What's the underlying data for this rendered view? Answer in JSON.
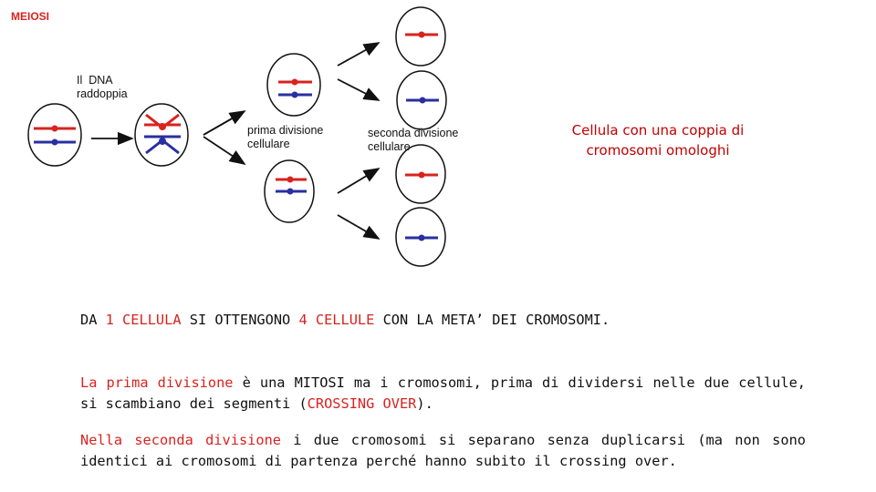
{
  "title": "MEIOSI",
  "labels": {
    "dna_line1": "Il  DNA",
    "dna_line2": "raddoppia",
    "first_line1": "prima divisione",
    "first_line2": "cellulare",
    "second_line1": "seconda divisione",
    "second_line2": "cellulare"
  },
  "caption": {
    "line1": "Cellula con una coppia di",
    "line2": "cromosomi omologhi"
  },
  "summary": {
    "a": "DA ",
    "b": "1 CELLULA",
    "c": " SI OTTENGONO ",
    "d": "4 CELLULE",
    "e": " CON LA META’ DEI CROMOSOMI."
  },
  "para1": {
    "a": "La prima divisione",
    "b": " è una MITOSI ma i cromosomi, prima di dividersi nelle due cellule, si scambiano dei segmenti (",
    "c": "CROSSING OVER",
    "d": ")."
  },
  "para2": {
    "a": "Nella seconda divisione",
    "b": " i due cromosomi si separano senza duplicarsi (ma non sono identici ai cromosomi di partenza perché hanno subito il crossing over."
  },
  "colors": {
    "red": "#d8231f",
    "blue": "#2a2fa0",
    "text": "#111111",
    "caption": "#c00000"
  }
}
